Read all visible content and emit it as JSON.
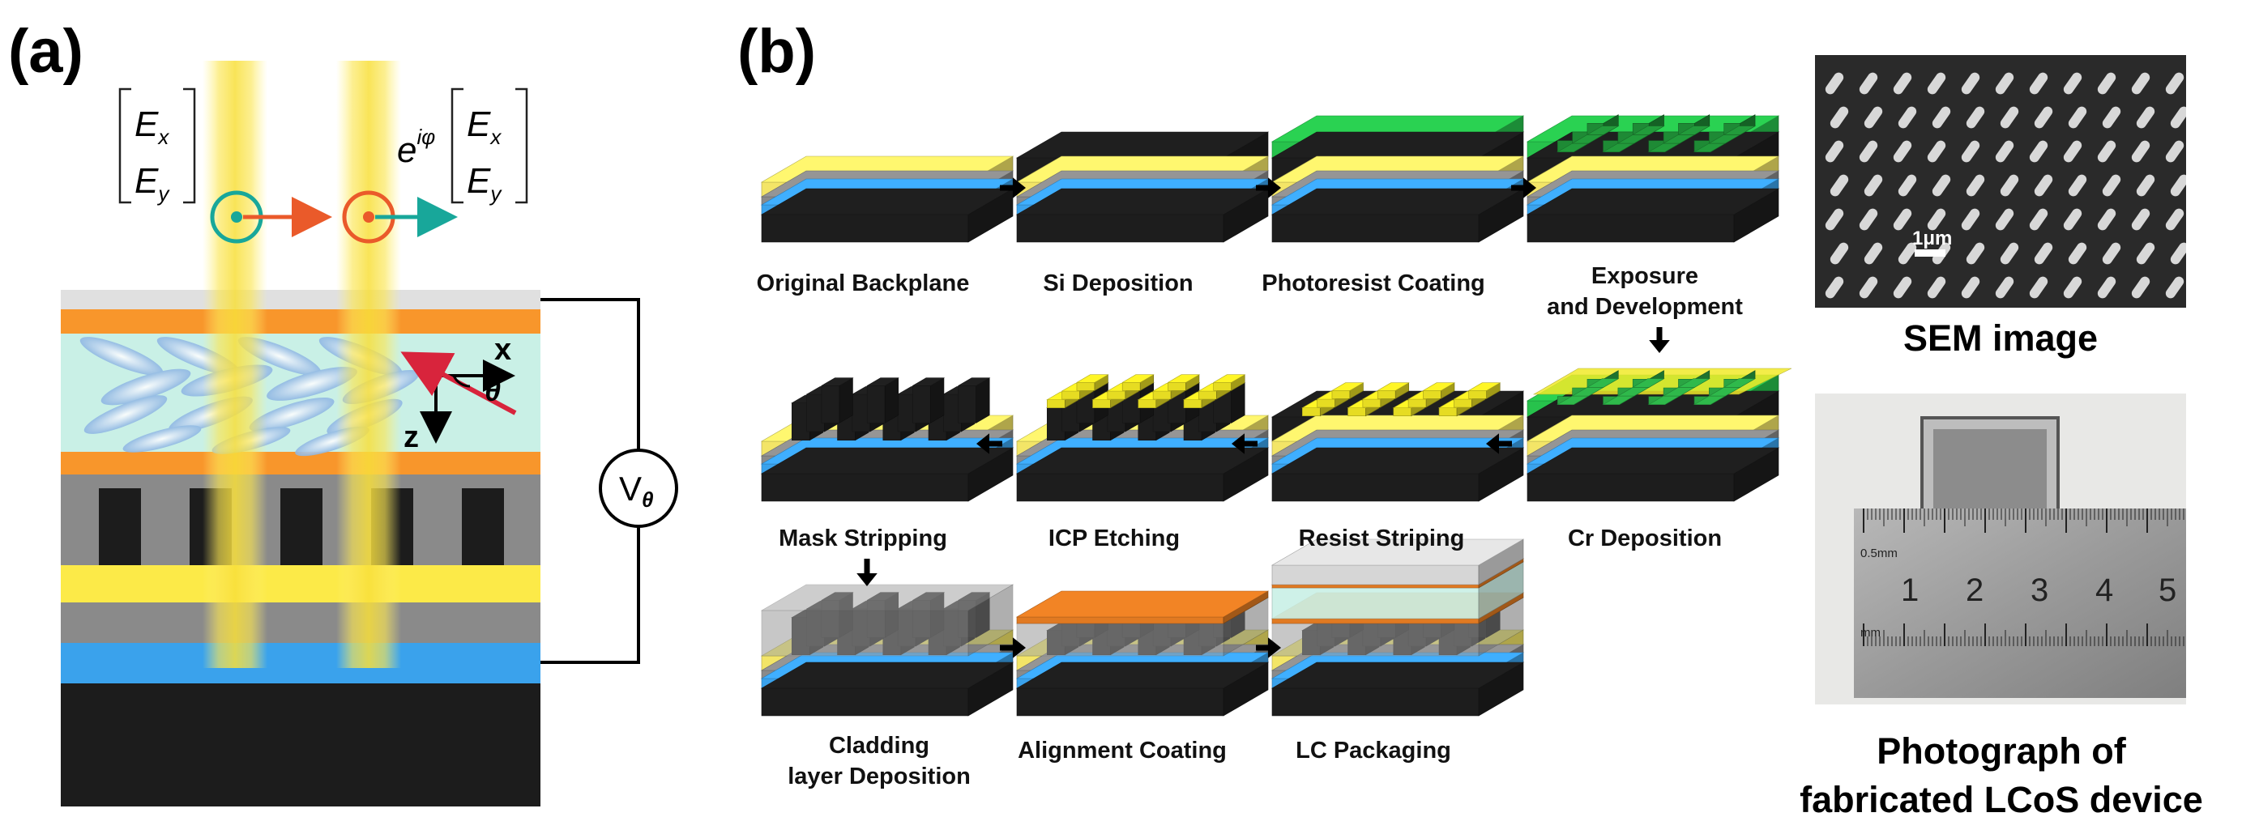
{
  "panels": {
    "a": "(a)",
    "b": "(b)"
  },
  "panel_a": {
    "vector_left": {
      "top": "E",
      "top_sub": "x",
      "bottom": "E",
      "bottom_sub": "y"
    },
    "vector_right": {
      "prefix": "e",
      "prefix_sup": "iφ",
      "top": "E",
      "top_sub": "x",
      "bottom": "E",
      "bottom_sub": "y"
    },
    "axis_x": "x",
    "axis_z": "z",
    "angle": "θ",
    "voltage": {
      "main": "V",
      "sub": "θ"
    }
  },
  "steps": {
    "original_backplane": "Original Backplane",
    "si_deposition": "Si Deposition",
    "photoresist_coating": "Photoresist Coating",
    "exposure_line1": "Exposure",
    "exposure_line2": "and Development",
    "cr_deposition": "Cr Deposition",
    "resist_striping": "Resist Striping",
    "icp_etching": "ICP Etching",
    "mask_stripping": "Mask Stripping",
    "cladding_line1": "Cladding",
    "cladding_line2": "layer Deposition",
    "alignment_coating": "Alignment Coating",
    "lc_packaging": "LC Packaging"
  },
  "images": {
    "sem_title": "SEM image",
    "sem_scale": "1μm",
    "photo_title_line1": "Photograph of",
    "photo_title_line2": "fabricated LCoS device",
    "ruler_numbers": [
      "1",
      "2",
      "3",
      "4",
      "5"
    ],
    "ruler_unit_top": "0.5mm",
    "ruler_unit_bottom": "mm"
  },
  "colors": {
    "yellow_layer": "#fcea48",
    "blue_layer": "#3aa2ec",
    "orange_layer": "#f8962b",
    "lc_layer": "#c9f0e6",
    "gray_layer": "#8a8a8a",
    "teal_circle": "#18a79a",
    "orange_circle": "#ea5a2a",
    "red_arrow": "#d8243c"
  }
}
